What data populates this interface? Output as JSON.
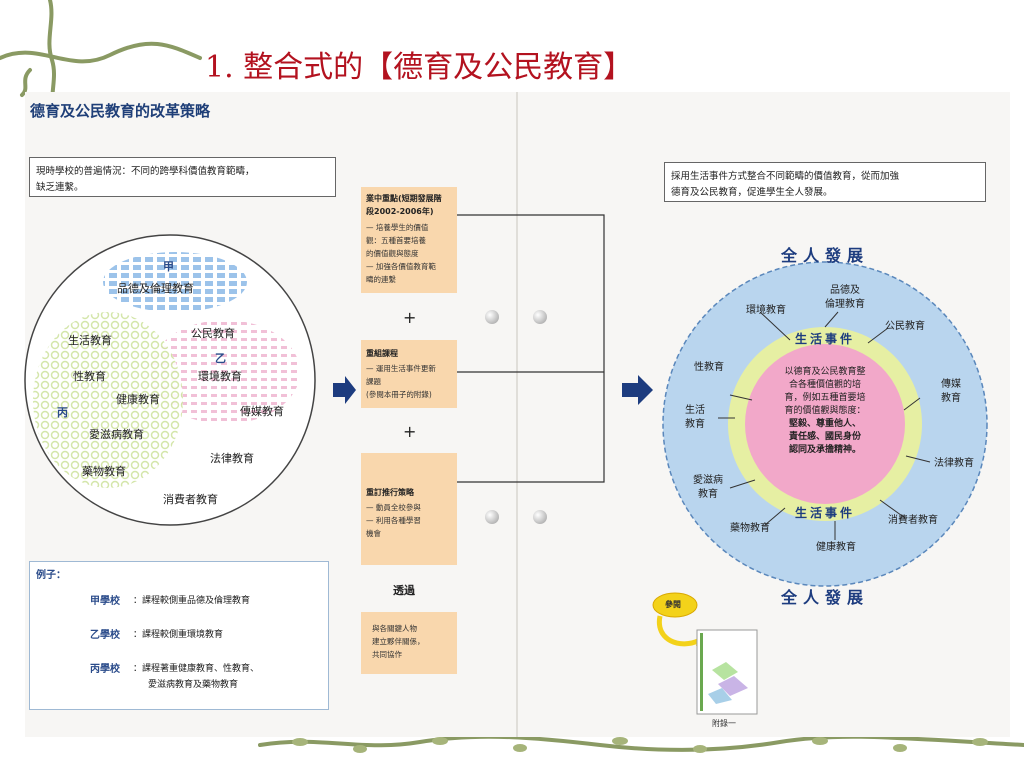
{
  "slide": {
    "title": "1. 整合式的【德育及公民教育】"
  },
  "left": {
    "heading": "德育及公民教育的改革策略",
    "situation_lines": [
      "現時學校的普遍情況：不同的跨學科價值教育範疇，",
      "缺乏連繫。"
    ],
    "circle": {
      "groups": {
        "jia": "甲",
        "yi": "乙",
        "bing": "丙"
      },
      "labels": {
        "moral": "品德及倫理教育",
        "life": "生活教育",
        "civic": "公民教育",
        "sex": "性教育",
        "environment": "環境教育",
        "health": "健康教育",
        "media": "傳媒教育",
        "aids": "愛滋病教育",
        "law": "法律教育",
        "drug": "藥物教育",
        "consumer": "消費者教育"
      }
    },
    "legend": {
      "title": "例子：",
      "rows": [
        {
          "school": "甲學校",
          "desc": "：課程較側重品德及倫理教育",
          "color": "#7fb2e5"
        },
        {
          "school": "乙學校",
          "desc": "：課程較側重環境教育",
          "color": "#e9a6c6"
        },
        {
          "school": "丙學校",
          "desc": "：課程著重健康教育、性教育、",
          "desc2": "愛滋病教育及藥物教育",
          "color": "#c9df8e"
        }
      ]
    }
  },
  "middle": {
    "box1": {
      "title_lines": [
        "業中重點(短期發展階",
        "段2002-2006年)"
      ],
      "lines": [
        "— 培養學生的價值",
        "觀：五種首要培養",
        "的價值觀與態度",
        "— 加強各價值教育範",
        "疇的連繫"
      ]
    },
    "plus1": "+",
    "box2": {
      "title_lines": [
        "重組課程"
      ],
      "lines": [
        "— 運用生活事件更新",
        "課題",
        "(參閱本冊子的附錄)"
      ]
    },
    "plus2": "+",
    "box3": {
      "title_lines": [
        "重訂推行策略"
      ],
      "lines": [
        "— 動員全校參與",
        "— 利用各種學習",
        "機會"
      ]
    },
    "through": "透過",
    "box4": {
      "lines": [
        "與各關鍵人物",
        "建立夥伴關係，",
        "共同協作"
      ]
    }
  },
  "right": {
    "goal_lines": [
      "採用生活事件方式整合不同範疇的價值教育，從而加強",
      "德育及公民教育，促進學生全人發展。"
    ],
    "whole_person_top": "全人發展",
    "whole_person_bottom": "全人發展",
    "life_events_top": "生活事件",
    "life_events_bottom": "生活事件",
    "center_lines": [
      "以德育及公民教育整",
      "合各種價值觀的培",
      "育，例如五種首要培",
      "育的價值觀與態度："
    ],
    "center_bold_lines": [
      "堅毅、尊重他人、",
      "責任感、國民身份",
      "認同及承擔精神。"
    ],
    "ring": {
      "moral": [
        "品德及",
        "倫理教育"
      ],
      "environment": [
        "環境教育"
      ],
      "civic": [
        "公民教育"
      ],
      "sex": [
        "性教育"
      ],
      "media": [
        "傳媒",
        "教育"
      ],
      "life": [
        "生活",
        "教育"
      ],
      "law": [
        "法律教育"
      ],
      "aids": [
        "愛滋病",
        "教育"
      ],
      "consumer": [
        "消費者教育"
      ],
      "drug": [
        "藥物教育"
      ],
      "health": [
        "健康教育"
      ]
    },
    "ref_badge": "參閱",
    "appendix": "附錄一"
  }
}
